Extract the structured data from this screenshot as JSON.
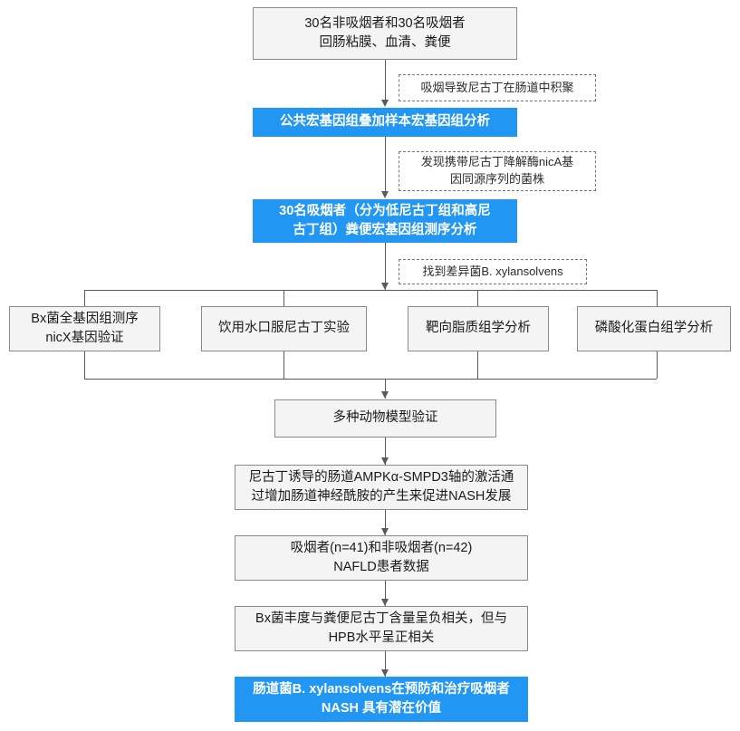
{
  "diagram": {
    "title": "Nicotine / B. xylansolvens NASH study flowchart",
    "colors": {
      "highlight_fill": "#2196f3",
      "highlight_text": "#ffffff",
      "box_fill": "#f4f4f4",
      "box_border": "#8a8a8a",
      "note_border": "#777777",
      "connector": "#5a5a5a",
      "background": "#ffffff"
    },
    "nodes": {
      "cohort": "30名非吸烟者和30名吸烟者\n回肠粘膜、血清、粪便",
      "note_nicotine_accumulation": "吸烟导致尼古丁在肠道中积聚",
      "public_metagenome": "公共宏基因组叠加样本宏基因组分析",
      "note_nica_strain": "发现携带尼古丁降解酶nicA基\n因同源序列的菌株",
      "smoker_metagenome": "30名吸烟者（分为低尼古丁组和高尼\n古丁组）粪便宏基因组测序分析",
      "note_found_bx": "找到差异菌B. xylansolvens",
      "branch_1": "Bx菌全基因组测序\nnicX基因验证",
      "branch_2": "饮用水口服尼古丁实验",
      "branch_3": "靶向脂质组学分析",
      "branch_4": "磷酸化蛋白组学分析",
      "animal_models": "多种动物模型验证",
      "mechanism": "尼古丁诱导的肠道AMPKα-SMPD3轴的激活通\n过增加肠道神经酰胺的产生来促进NASH发展",
      "patient_data": "吸烟者(n=41)和非吸烟者(n=42)\nNAFLD患者数据",
      "correlation": "Bx菌丰度与粪便尼古丁含量呈负相关，但与\nHPB水平呈正相关",
      "conclusion": "肠道菌B. xylansolvens在预防和治疗吸烟者\nNASH 具有潜在价值"
    }
  }
}
